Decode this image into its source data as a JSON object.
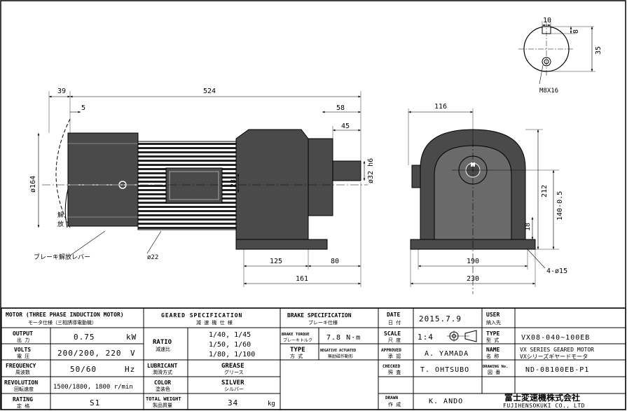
{
  "drawing": {
    "side_view": {
      "dims": {
        "d39": "39",
        "d524": "524",
        "d5": "5",
        "d58": "58",
        "d45": "45",
        "d28": "28",
        "d161": "161",
        "d125": "125",
        "d80": "80"
      },
      "dia164": "ø164",
      "dia22": "ø22",
      "shaft_dia": "ø32 h6",
      "brake_mark_1": "解",
      "brake_mark_2": "放",
      "brake_lever": "ブレーキ解放レバー"
    },
    "front_view": {
      "dims": {
        "d116": "116",
        "d212": "212",
        "d18": "18",
        "d140": "140-0.5",
        "d190": "190",
        "d230": "230"
      },
      "holes": "4-ø15"
    },
    "shaft_end": {
      "dims": {
        "d10": "10",
        "d8": "8",
        "d35": "35"
      },
      "thread": "M8X16"
    }
  },
  "specs": {
    "motor_header_en": "MOTOR (THREE PHASE INDUCTION MOTOR)",
    "motor_header_jp": "モータ仕様（三相誘導電動機）",
    "output": {
      "label_en": "OUTPUT",
      "label_jp": "出 力",
      "value": "0.75",
      "unit": "kW"
    },
    "volts": {
      "label_en": "VOLTS",
      "label_jp": "電 圧",
      "value": "200/200, 220",
      "unit": "V"
    },
    "frequency": {
      "label_en": "FREQUENCY",
      "label_jp": "周波数",
      "value": "50/60",
      "unit": "Hz"
    },
    "revolution": {
      "label_en": "REVOLUTION",
      "label_jp": "回転速度",
      "value": "1500/1800, 1800 r/min"
    },
    "rating": {
      "label_en": "RATING",
      "label_jp": "定 格",
      "value": "S1"
    },
    "geared_header_en": "GEARED SPECIFICATION",
    "geared_header_jp": "減 速 機 仕 様",
    "ratio": {
      "label_en": "RATIO",
      "label_jp": "減速比",
      "values": [
        "1/40, 1/45",
        "1/50, 1/60",
        "1/80, 1/100"
      ]
    },
    "lubricant": {
      "label_en": "LUBRICANT",
      "label_jp": "潤滑方式",
      "value_en": "GREASE",
      "value_jp": "グリース"
    },
    "color": {
      "label_en": "COLOR",
      "label_jp": "塗装色",
      "value_en": "SILVER",
      "value_jp": "シルバー"
    },
    "weight": {
      "label_en": "TOTAL WEIGHT",
      "label_jp": "製品質量",
      "value": "34",
      "unit": "kg"
    },
    "brake_header_en": "BRAKE SPECIFICATION",
    "brake_header_jp": "ブレーキ仕様",
    "brake_torque": {
      "label_en": "BRAKE TORQUE",
      "label_jp": "ブレーキトルク",
      "value": "7.8 N·m"
    },
    "brake_type": {
      "label_en": "TYPE",
      "label_jp": "方 式",
      "value_en": "NEGATIVE ACTUATED",
      "value_jp": "無励磁作動形"
    }
  },
  "title_block": {
    "date": {
      "label_en": "DATE",
      "label_jp": "日 付",
      "value": "2015.7.9"
    },
    "user": {
      "label_en": "USER",
      "label_jp": "納入先",
      "value": ""
    },
    "scale": {
      "label_en": "SCALE",
      "label_jp": "尺 度",
      "value": "1:4"
    },
    "type": {
      "label_en": "TYPE",
      "label_jp": "型 式",
      "value": "VX08-040~100EB"
    },
    "approved": {
      "label_en": "APPROVED",
      "label_jp": "承 認",
      "value": "A. YAMADA"
    },
    "name": {
      "label_en": "NAME",
      "label_jp": "名 称",
      "value_en": "VX SERIES GEARED MOTOR",
      "value_jp": "VXシリーズギヤードモータ"
    },
    "checked": {
      "label_en": "CHECKED",
      "label_jp": "照 査",
      "value": "T. OHTSUBO"
    },
    "drawing_no": {
      "label_en": "DRAWING No.",
      "label_jp": "図 番",
      "value": "ND-08100EB-P1"
    },
    "drawn": {
      "label_en": "DRAWN",
      "label_jp": "作 成",
      "value": "K. ANDO"
    },
    "company_jp": "富士変速機株式会社",
    "company_en": "FUJIHENSOKUKI CO., LTD"
  }
}
